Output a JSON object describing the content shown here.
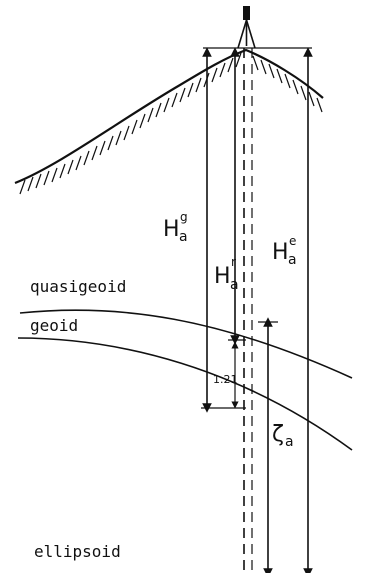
{
  "labels": {
    "quasigeoid": "quasigeoid",
    "geoid": "geoid",
    "ellipsoid": "ellipsoid",
    "H_g": "H",
    "H_g_sup": "g",
    "H_g_sub": "a",
    "H_r": "H",
    "H_r_sup": "r",
    "H_r_sub": "a",
    "H_e": "H",
    "H_e_sup": "e",
    "H_e_sub": "a",
    "zeta": "ζ",
    "zeta_sub": "a",
    "small_dim": "1.21"
  }
}
